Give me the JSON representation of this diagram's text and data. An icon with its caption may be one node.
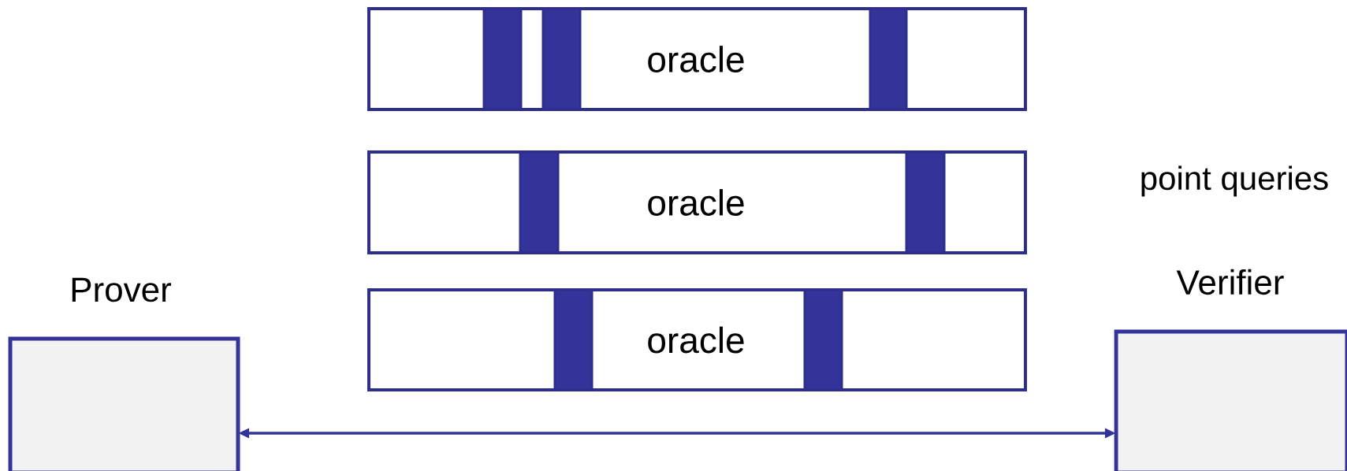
{
  "diagram": {
    "nodes": [
      {
        "text": [
          "oracle"
        ]
      },
      {
        "text": [
          "oracle"
        ]
      },
      {
        "text": [
          "oracle"
        ]
      },
      {
        "text": [
          "Prover"
        ]
      },
      {
        "text": [
          "Verifier"
        ]
      }
    ],
    "edges": [
      {
        "from": 3,
        "to": 4,
        "arrow": "both"
      }
    ],
    "labels": [
      "point queries"
    ]
  }
}
